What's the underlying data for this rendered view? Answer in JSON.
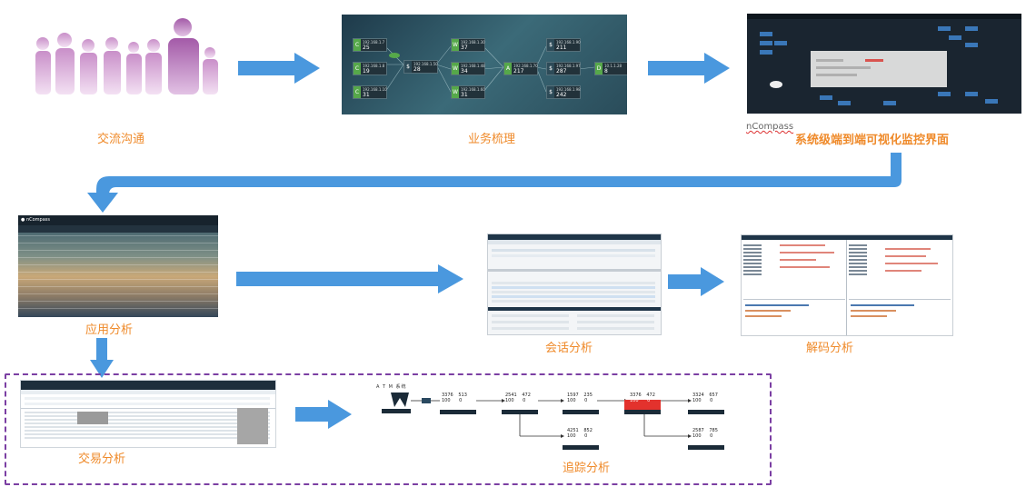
{
  "stages": {
    "communication": "交流沟通",
    "business": "业务梳理",
    "monitoring_prefix": "nCompass",
    "monitoring": "系统级端到端可视化监控界面",
    "application": "应用分析",
    "session": "会话分析",
    "decode": "解码分析",
    "transaction": "交易分析",
    "tracing": "追踪分析"
  },
  "business_nodes": [
    {
      "ip": "192.168.1.7",
      "value": "25"
    },
    {
      "ip": "192.168.1.8",
      "value": "19"
    },
    {
      "ip": "192.168.1.10",
      "value": "31"
    },
    {
      "ip": "192.168.1.50",
      "value": "28"
    },
    {
      "ip": "192.168.1.30",
      "value": "37"
    },
    {
      "ip": "192.168.1.48",
      "value": "34"
    },
    {
      "ip": "192.168.1.60",
      "value": "31"
    },
    {
      "ip": "192.168.1.70",
      "value": "217"
    },
    {
      "ip": "192.168.1.90",
      "value": "211"
    },
    {
      "ip": "192.168.1.97",
      "value": "287"
    },
    {
      "ip": "192.168.1.98",
      "value": "242"
    },
    {
      "ip": "10.1.1.28",
      "value": "8"
    }
  ],
  "trace": {
    "title": "A T M 系统",
    "nodes": [
      {
        "v1": "3376",
        "v2": "513",
        "v3": "100",
        "v4": "0"
      },
      {
        "v1": "2541",
        "v2": "472",
        "v3": "100",
        "v4": "0"
      },
      {
        "v1": "1597",
        "v2": "235",
        "v3": "100",
        "v4": "0"
      },
      {
        "v1": "3376",
        "v2": "472",
        "v3": "100",
        "v4": "0"
      },
      {
        "v1": "3324",
        "v2": "657",
        "v3": "100",
        "v4": "0"
      },
      {
        "v1": "4251",
        "v2": "852",
        "v3": "100",
        "v4": "0"
      },
      {
        "v1": "2587",
        "v2": "785",
        "v3": "100",
        "v4": "0"
      }
    ]
  }
}
